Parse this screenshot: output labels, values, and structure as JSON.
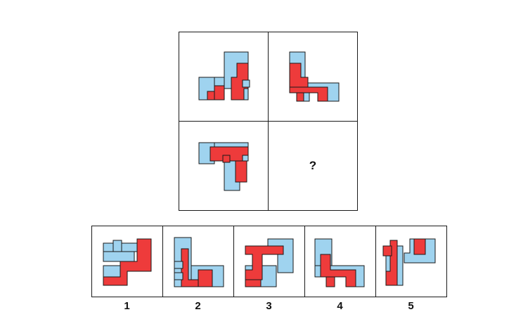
{
  "colors": {
    "blue": "#9fd3ef",
    "red": "#ee3b3b",
    "outline": "#1a1a1a",
    "background": "#ffffff"
  },
  "matrix": {
    "missing_symbol": "?"
  },
  "options": [
    {
      "label": "1"
    },
    {
      "label": "2"
    },
    {
      "label": "3"
    },
    {
      "label": "4"
    },
    {
      "label": "5"
    }
  ]
}
